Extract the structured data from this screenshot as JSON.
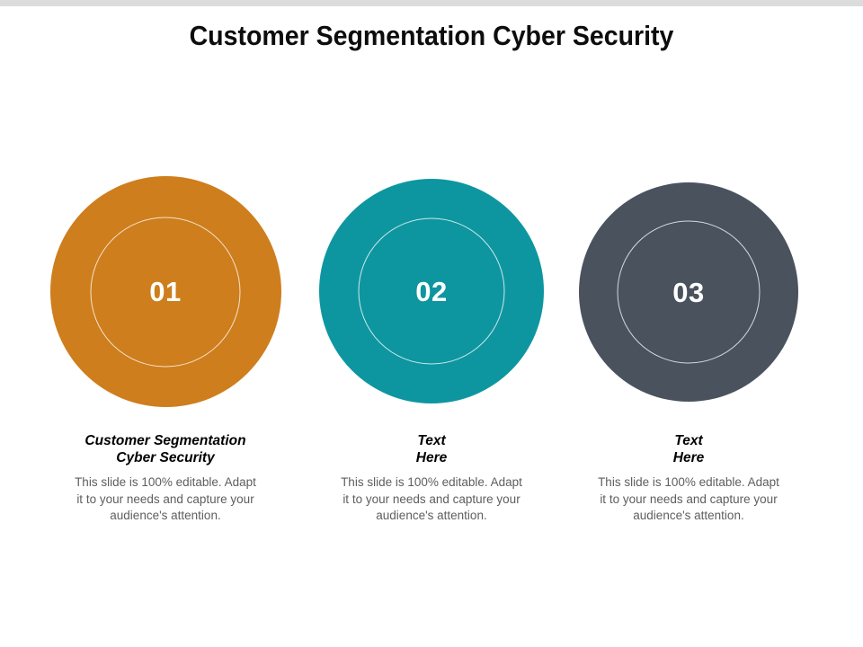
{
  "slide": {
    "title": "Customer Segmentation Cyber Security",
    "background_color": "#ffffff",
    "top_band_color": "#dcdcdc",
    "title_color": "#0d0d0d",
    "body_text_color": "#5e5e5e"
  },
  "columns": [
    {
      "number": "01",
      "circle_color": "#ce7e1c",
      "ring_color": "#ffffff",
      "number_color": "#ffffff",
      "heading": "Customer Segmentation Cyber Security",
      "body": "This slide is 100% editable. Adapt it to your needs and capture your audience's attention."
    },
    {
      "number": "02",
      "circle_color": "#0e96a0",
      "ring_color": "#ffffff",
      "number_color": "#ffffff",
      "heading": "Text Here",
      "body": "This slide is 100% editable. Adapt it to your needs and capture your audience's attention."
    },
    {
      "number": "03",
      "circle_color": "#4a525e",
      "ring_color": "#ffffff",
      "number_color": "#ffffff",
      "heading": "Text Here",
      "body": "This slide is 100% editable. Adapt it to your needs and capture your audience's attention."
    }
  ]
}
